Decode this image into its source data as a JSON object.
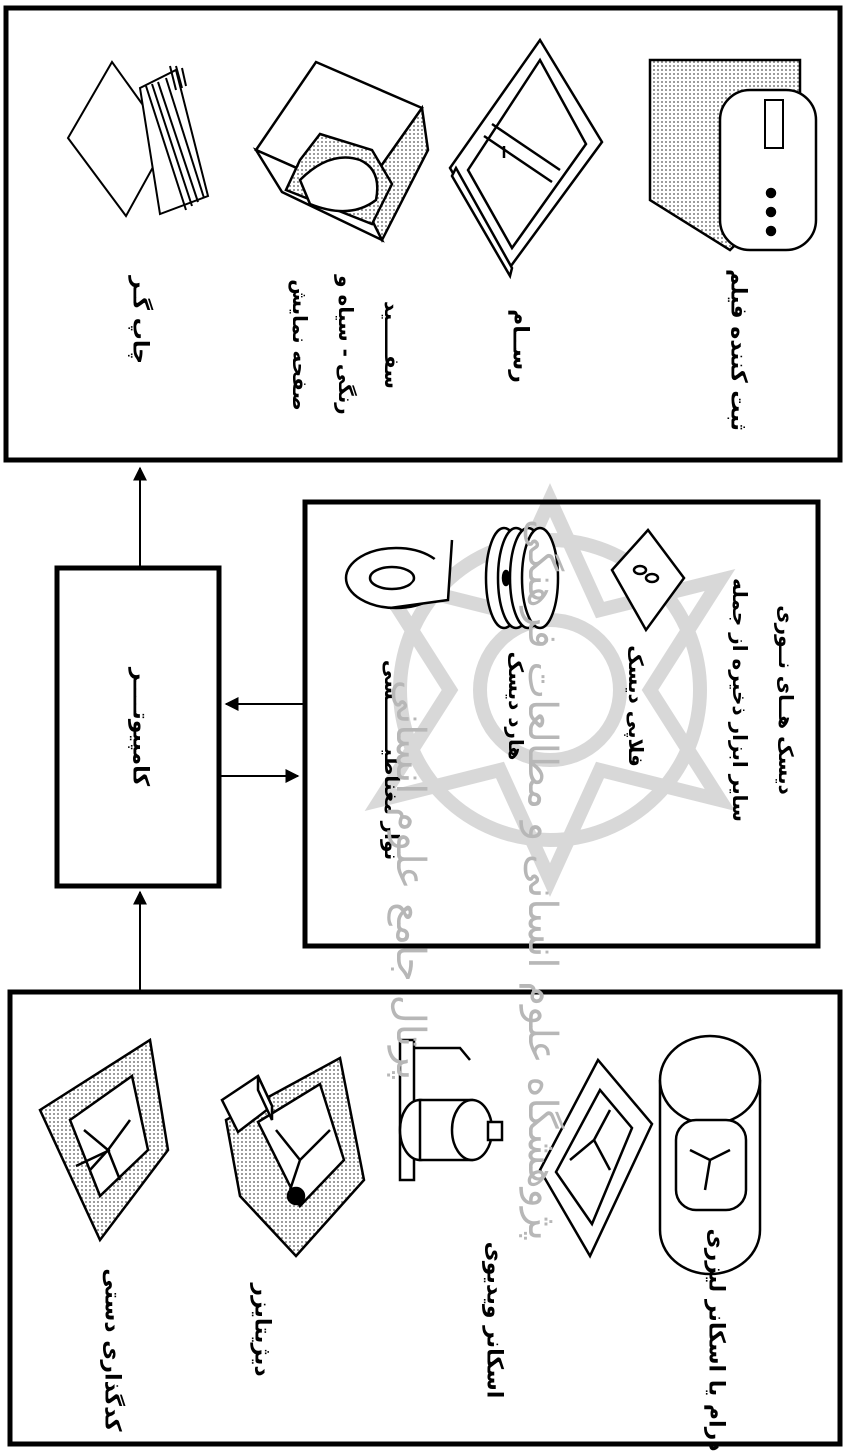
{
  "computer": {
    "label": "کامپیوتــــر"
  },
  "inputs": {
    "manual": "کدگذاری دستی",
    "digitizer": "دیژیتایزر",
    "video_scanner": "اسکانر ویدیوی",
    "drum_scanner": "درام یا اسکانر لیزری"
  },
  "storage": {
    "tape": "نوار مغناطیـــــــسی",
    "hard_disk": "هارد دیسک",
    "floppy": "فلاپی دیسک",
    "other_line1": "سایر ابزار ذخیره از جمله",
    "other_line2": "دیسک هــای نــوری"
  },
  "outputs": {
    "printer": "چاپ گـر",
    "display_line1": "صفحه نمایش",
    "display_line2": "رنگی - سیاه و",
    "display_line3": "سفـــــید",
    "plotter": "رســام",
    "film_recorder": "ثبت کننده فیلم"
  },
  "watermark": {
    "line1": "پژوهشگاه علوم انسانی و مطالعات فرهنگی",
    "line2": "پرتال جامع علوم انسانی"
  },
  "colors": {
    "ink": "#000000",
    "screen": "#c9c9c9",
    "watermark": "#c4c4c4"
  }
}
